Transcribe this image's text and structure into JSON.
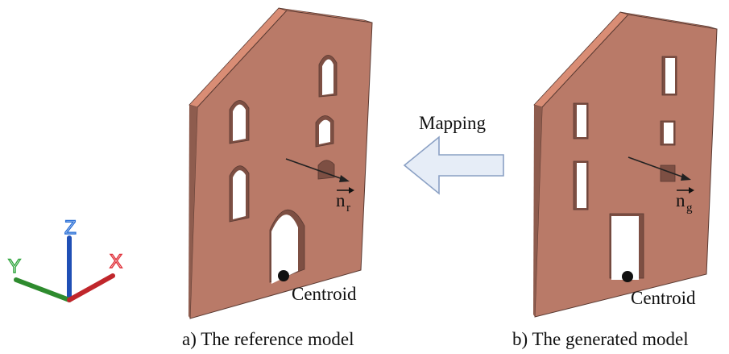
{
  "axes_triad": {
    "x_label": "X",
    "y_label": "Y",
    "z_label": "Z",
    "colors": {
      "x": "#c0262b",
      "y": "#2e8b2e",
      "z": "#1f4fb5",
      "x_letter": "#e0313a",
      "y_letter": "#35a842",
      "z_letter": "#2a6fd6"
    }
  },
  "reference_model": {
    "normal_label": "n",
    "normal_subscript": "r",
    "centroid_label": "Centroid",
    "caption": "a) The reference model",
    "window_style": "arched"
  },
  "generated_model": {
    "normal_label": "n",
    "normal_subscript": "g",
    "centroid_label": "Centroid",
    "caption": "b) The generated model",
    "window_style": "rectangular"
  },
  "mapping": {
    "label": "Mapping",
    "direction": "left"
  },
  "colors": {
    "wall_face": "#b97a68",
    "wall_top": "#d98d75",
    "wall_side": "#8e5c4e",
    "opening_dark": "#7d4f43",
    "outline": "#5a3a32",
    "arrow_fill": "#e6edf7",
    "arrow_stroke": "#8aa0c4"
  }
}
